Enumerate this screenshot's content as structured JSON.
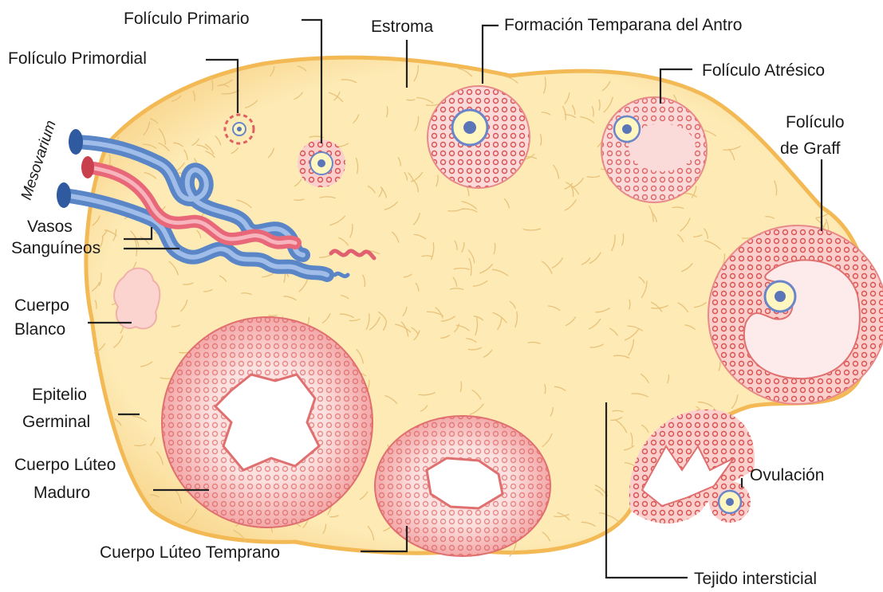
{
  "labels": {
    "foliculo_primario": "Folículo Primario",
    "foliculo_primordial": "Folículo Primordial",
    "estroma": "Estroma",
    "formacion_antro": "Formación Temparana del Antro",
    "foliculo_atresico": "Folículo Atrésico",
    "foliculo_graff_1": "Folículo",
    "foliculo_graff_2": "de Graff",
    "mesovarium": "Mesovarium",
    "vasos_1": "Vasos",
    "vasos_2": "Sanguíneos",
    "cuerpo_blanco_1": "Cuerpo",
    "cuerpo_blanco_2": "Blanco",
    "epitelio_1": "Epitelio",
    "epitelio_2": "Germinal",
    "luteo_maduro_1": "Cuerpo Lúteo",
    "luteo_maduro_2": "Maduro",
    "luteo_temprano": "Cuerpo Lúteo Temprano",
    "ovulacion": "Ovulación",
    "tejido_intersticial": "Tejido intersticial"
  },
  "colors": {
    "stroma_fill": "#fdeab5",
    "stroma_edge": "#f5c060",
    "follicle_red": "#e06060",
    "follicle_pink": "#fbdada",
    "vein_blue": "#5a86c8",
    "artery_red": "#e8687a",
    "oocyte_yellow": "#fff6c0"
  }
}
